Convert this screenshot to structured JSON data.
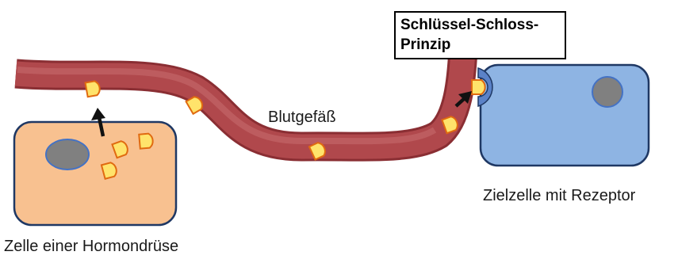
{
  "labels": {
    "vessel": "Blutgefäß",
    "target_cell": "Zielzelle mit Rezeptor",
    "gland_cell": "Zelle einer Hormondrüse",
    "principle": "Schlüssel-Schloss-Prinzip"
  },
  "colors": {
    "vessel": "#b0484c",
    "vessel_dark": "#8a2e33",
    "gland_cell_fill": "#f8c190",
    "cell_border": "#1f3864",
    "target_cell_fill": "#8eb4e3",
    "nucleus": "#808080",
    "hormone_fill": "#ffe36b",
    "hormone_outline": "#e06a10",
    "receptor": "#5b82c8",
    "arrow": "#111111"
  }
}
